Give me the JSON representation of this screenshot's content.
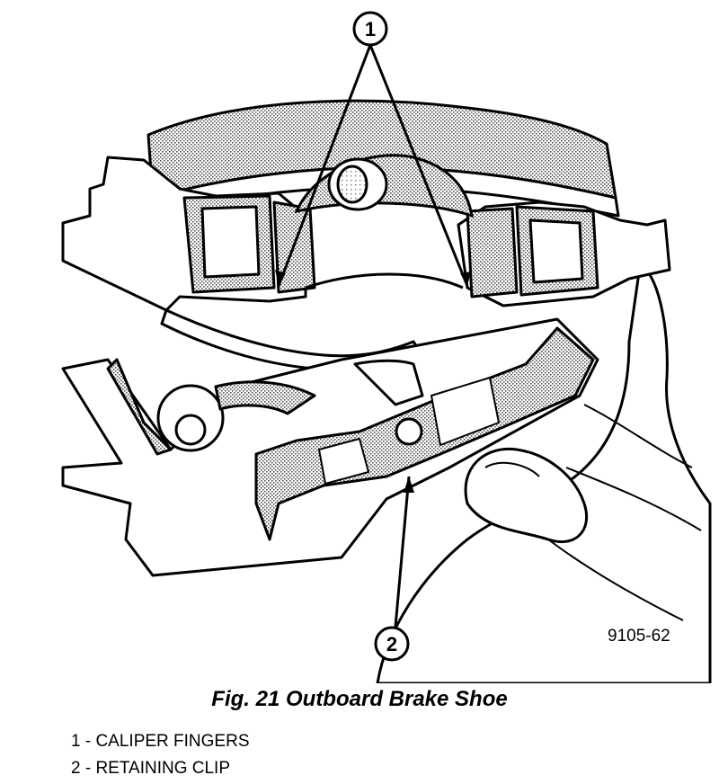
{
  "figure": {
    "callouts": [
      {
        "number": "1"
      },
      {
        "number": "2"
      }
    ],
    "figure_code": "9105-62",
    "caption": "Fig. 21 Outboard Brake Shoe",
    "legend": [
      {
        "text": "1 - CALIPER FINGERS"
      },
      {
        "text": "2 - RETAINING CLIP"
      }
    ]
  }
}
